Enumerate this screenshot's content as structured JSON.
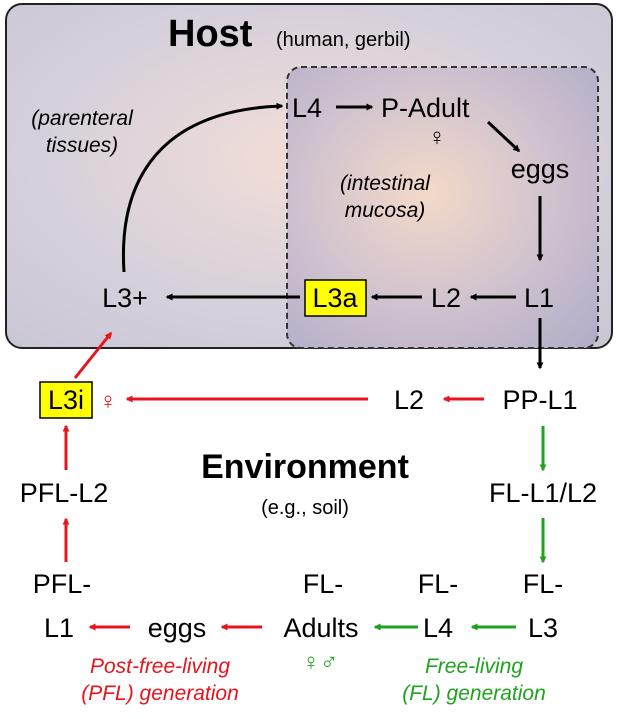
{
  "host": {
    "title": "Host",
    "subtitle": "(human, gerbil)"
  },
  "environment": {
    "title": "Environment",
    "subtitle": "(e.g., soil)"
  },
  "notes": {
    "parenteral_1": "(parenteral",
    "parenteral_2": "tissues)",
    "intestinal_1": "(intestinal",
    "intestinal_2": "mucosa)"
  },
  "nodes": {
    "l4": "L4",
    "p_adult": "P-Adult",
    "p_adult_symbol": "♀",
    "eggs_host": "eggs",
    "l1_host": "L1",
    "l2_host": "L2",
    "l3a": "L3a",
    "l3plus": "L3+",
    "pp_l1": "PP-L1",
    "l2_env": "L2",
    "l3i": "L3i",
    "l3i_symbol": "♀",
    "fl_l1_l2": "FL-L1/L2",
    "fl_l3_1": "FL-",
    "fl_l3_2": "L3",
    "fl_l4_1": "FL-",
    "fl_l4_2": "L4",
    "fl_adults_1": "FL-",
    "fl_adults_2": "Adults",
    "fl_adults_symbols": "♀♂",
    "eggs_env": "eggs",
    "pfl_l1_1": "PFL-",
    "pfl_l1_2": "L1",
    "pfl_l2": "PFL-L2"
  },
  "generations": {
    "pfl_1": "Post-free-living",
    "pfl_2": "(PFL) generation",
    "fl_1": "Free-living",
    "fl_2": "(FL) generation"
  },
  "colors": {
    "black": "#000000",
    "red": "#e8141c",
    "green": "#1fa31f",
    "highlight": "#ffff00",
    "host_fill": "#cfcbd6",
    "mucosa_fill": "#c0b9c9",
    "glow": "#f3d8c6"
  }
}
